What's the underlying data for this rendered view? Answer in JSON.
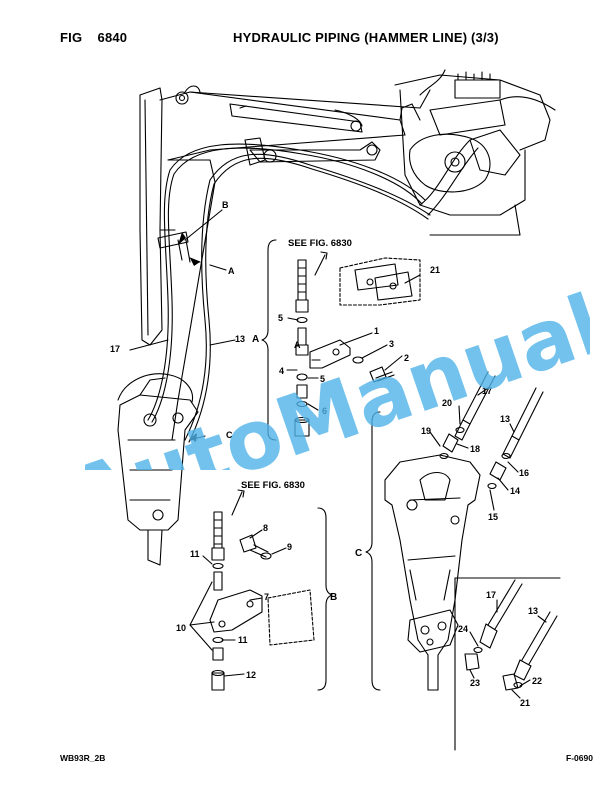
{
  "header": {
    "fig_label": "FIG",
    "fig_number": "6840",
    "title": "HYDRAULIC PIPING (HAMMER LINE) (3/3)"
  },
  "footer": {
    "left_code": "WB93R_2B",
    "right_code": "F-0690"
  },
  "watermark": {
    "text": "AutoManual",
    "color": "#4fb3e8"
  },
  "references": {
    "a": "SEE FIG. 6830",
    "b": "SEE FIG. 6830"
  },
  "views": {
    "a": "A",
    "b": "B",
    "c": "C"
  },
  "callouts": {
    "main_B": "B",
    "main_A": "A",
    "main_17": "17",
    "main_13": "13",
    "main_C": "C",
    "a_21": "21",
    "a_1": "1",
    "a_3": "3",
    "a_2": "2",
    "a_5a": "5",
    "a_5b": "5",
    "a_4": "4",
    "a_A": "A",
    "a_6": "6",
    "b_8": "8",
    "b_9": "9",
    "b_11a": "11",
    "b_7": "7",
    "b_10": "10",
    "b_11b": "11",
    "b_12": "12",
    "c_17": "17",
    "c_20": "20",
    "c_19": "19",
    "c_18": "18",
    "c_13": "13",
    "c_16": "16",
    "c_14": "14",
    "c_15": "15",
    "d_17": "17",
    "d_13": "13",
    "d_24": "24",
    "d_23": "23",
    "d_22": "22",
    "d_21": "21"
  }
}
